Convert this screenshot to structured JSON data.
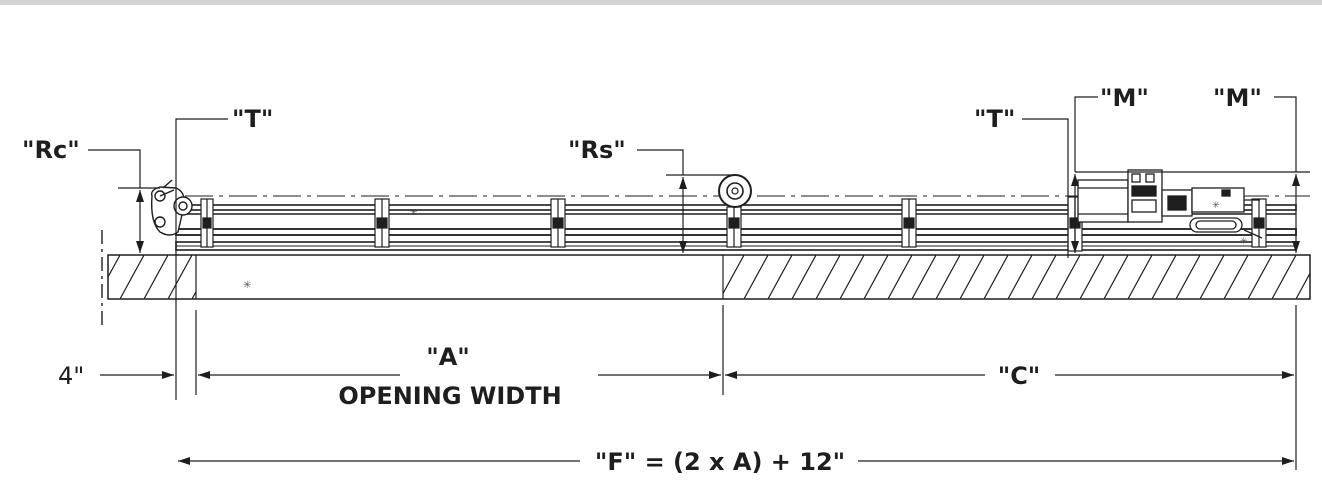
{
  "labels": {
    "t_left": "\"T\"",
    "t_right": "\"T\"",
    "rc": "\"Rc\"",
    "rs": "\"Rs\"",
    "m_left": "\"M\"",
    "m_right": "\"M\"",
    "a": "\"A\"",
    "opening_width": "OPENING WIDTH",
    "c": "\"C\"",
    "four_inch": "4\"",
    "f_formula": "\"F\" = (2 x A) + 12\""
  },
  "colors": {
    "line": "#1e1e1e",
    "topbar": "#d4d4d4",
    "hatch": "#1e1e1e"
  }
}
